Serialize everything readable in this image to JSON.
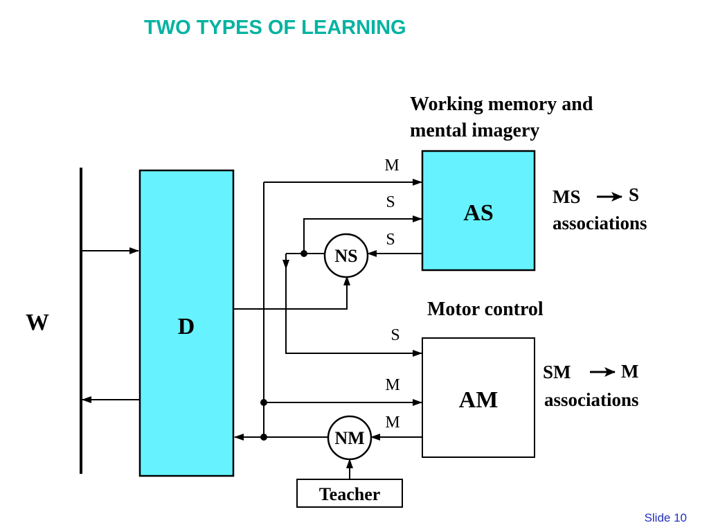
{
  "title": "TWO TYPES OF LEARNING",
  "captions": {
    "working_memory": [
      "Working memory and",
      "mental imagery"
    ],
    "motor_control": "Motor control"
  },
  "blocks": {
    "w": "W",
    "d": "D",
    "as": "AS",
    "am": "AM",
    "ns": "NS",
    "nm": "NM",
    "teacher": "Teacher"
  },
  "signals": {
    "as_m": "M",
    "as_s1": "S",
    "as_s2": "S",
    "am_s": "S",
    "am_m1": "M",
    "am_m2": "M"
  },
  "associations": {
    "ms_from": "MS",
    "ms_to": "S",
    "sm_from": "SM",
    "sm_to": "M",
    "word": "associations"
  },
  "slide_number": "Slide 10",
  "colors": {
    "title": "#00b3a1",
    "block_fill": "#66f2ff",
    "slide_number": "#1f2fbf"
  }
}
